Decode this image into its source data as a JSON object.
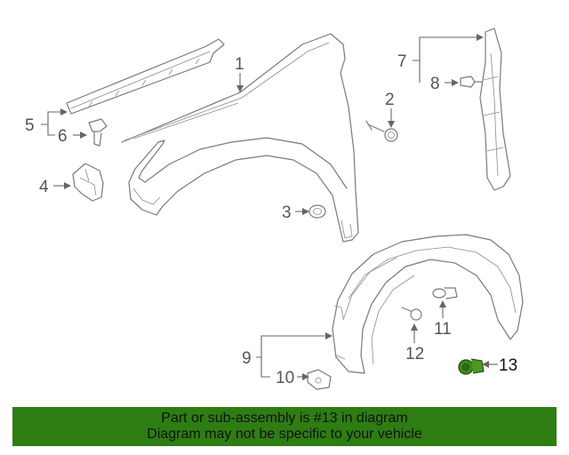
{
  "callouts": {
    "c1": "1",
    "c2": "2",
    "c3": "3",
    "c4": "4",
    "c5": "5",
    "c6": "6",
    "c7": "7",
    "c8": "8",
    "c9": "9",
    "c10": "10",
    "c11": "11",
    "c12": "12",
    "c13": "13"
  },
  "highlight_color": "#3a8a1a",
  "banner": {
    "line1": "Part or sub-assembly is #13 in diagram",
    "line2": "Diagram may not be specific to your vehicle",
    "background": "#2e7d12"
  }
}
